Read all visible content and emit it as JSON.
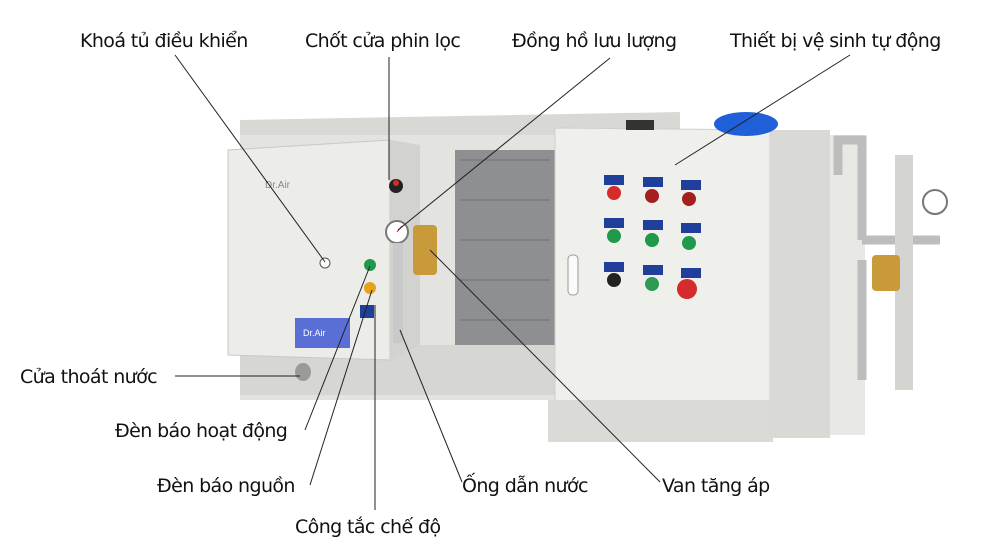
{
  "brand": "Dr.Air",
  "colors": {
    "body": "#e6e6e2",
    "shadow": "#c9c9c4",
    "red": "#d42b2b",
    "green": "#1f9a4a",
    "blue_label": "#1f3f9a",
    "tank_cap": "#1f5fd8",
    "line": "#222222"
  },
  "labels": {
    "control_lock": "Khoá tủ điều khiển",
    "filter_latch": "Chốt cửa phin lọc",
    "flow_meter": "Đồng hồ lưu lượng",
    "auto_cleaner": "Thiết bị vệ sinh tự động",
    "drain": "Cửa thoát nước",
    "run_light": "Đèn báo hoạt động",
    "power_light": "Đèn báo nguồn",
    "mode_switch": "Công tắc chế độ",
    "water_pipe": "Ống dẫn nước",
    "booster_valve": "Van tăng áp"
  }
}
